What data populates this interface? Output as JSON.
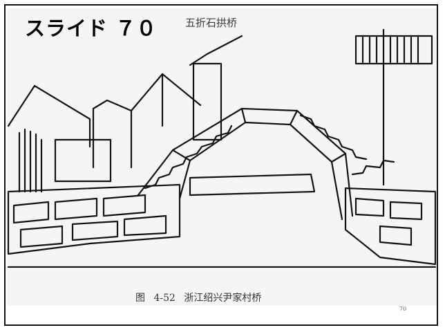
{
  "slide": {
    "title": "スライド ７０",
    "scan": {
      "heading": "五折石拱桥",
      "figure_caption": "图 4-52   浙江绍兴尹家村桥",
      "page_number": "70"
    }
  },
  "colors": {
    "ink": "#111111",
    "paper": "#f6f5f3"
  }
}
